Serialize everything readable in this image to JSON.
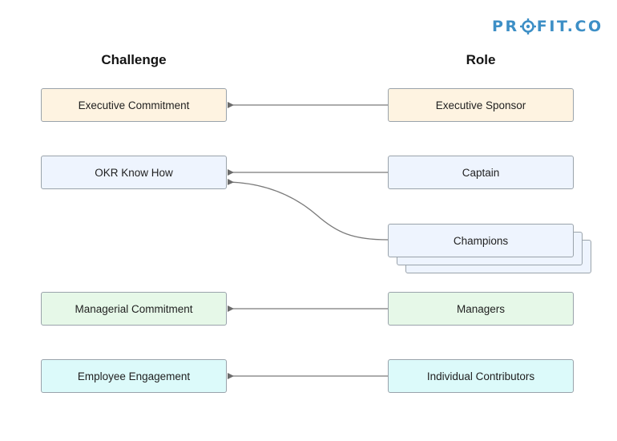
{
  "logo": {
    "prefix": "PR",
    "suffix": "FIT.CO",
    "color": "#3d8fc6"
  },
  "headers": {
    "challenge": "Challenge",
    "role": "Role"
  },
  "challenges": [
    {
      "label": "Executive Commitment",
      "color": "#fef3e1"
    },
    {
      "label": "OKR Know How",
      "color": "#eef4fe"
    },
    {
      "label": "Managerial Commitment",
      "color": "#e6f8e8"
    },
    {
      "label": "Employee Engagement",
      "color": "#dcfafa"
    }
  ],
  "roles": [
    {
      "label": "Executive Sponsor",
      "color": "#fef3e1"
    },
    {
      "label": "Captain",
      "color": "#eef4fe"
    },
    {
      "label": "Champions",
      "color": "#eef4fe"
    },
    {
      "label": "Managers",
      "color": "#e6f8e8"
    },
    {
      "label": "Individual Contributors",
      "color": "#dcfafa"
    }
  ],
  "connections": [
    {
      "from": "Executive Sponsor",
      "to": "Executive Commitment"
    },
    {
      "from": "Captain",
      "to": "OKR Know How"
    },
    {
      "from": "Champions",
      "to": "OKR Know How"
    },
    {
      "from": "Managers",
      "to": "Managerial Commitment"
    },
    {
      "from": "Individual Contributors",
      "to": "Employee Engagement"
    }
  ]
}
